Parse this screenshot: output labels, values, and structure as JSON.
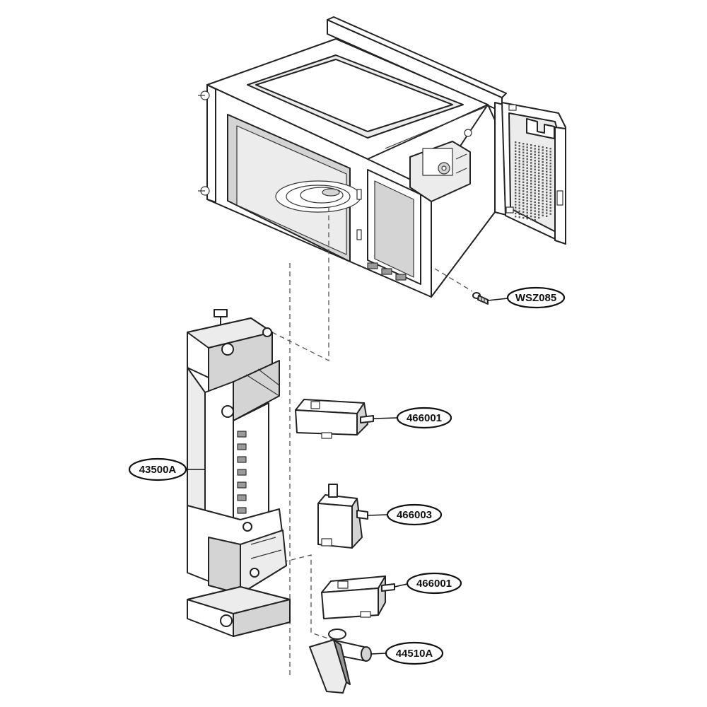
{
  "callouts": [
    {
      "id": "wsz085",
      "label": "WSZ085",
      "part": "screw"
    },
    {
      "id": "466001-top",
      "label": "466001",
      "part": "switch-upper"
    },
    {
      "id": "43500a",
      "label": "43500A",
      "part": "latch-board"
    },
    {
      "id": "466003",
      "label": "466003",
      "part": "switch-middle"
    },
    {
      "id": "466001-bottom",
      "label": "466001",
      "part": "switch-lower"
    },
    {
      "id": "44510a",
      "label": "44510A",
      "part": "lever"
    }
  ],
  "icons": [
    "screw-icon",
    "microswitch-icon",
    "latch-lever-icon"
  ],
  "colors": {
    "ink": "#222222",
    "background": "#ffffff",
    "shade": "#d4d4d4"
  }
}
